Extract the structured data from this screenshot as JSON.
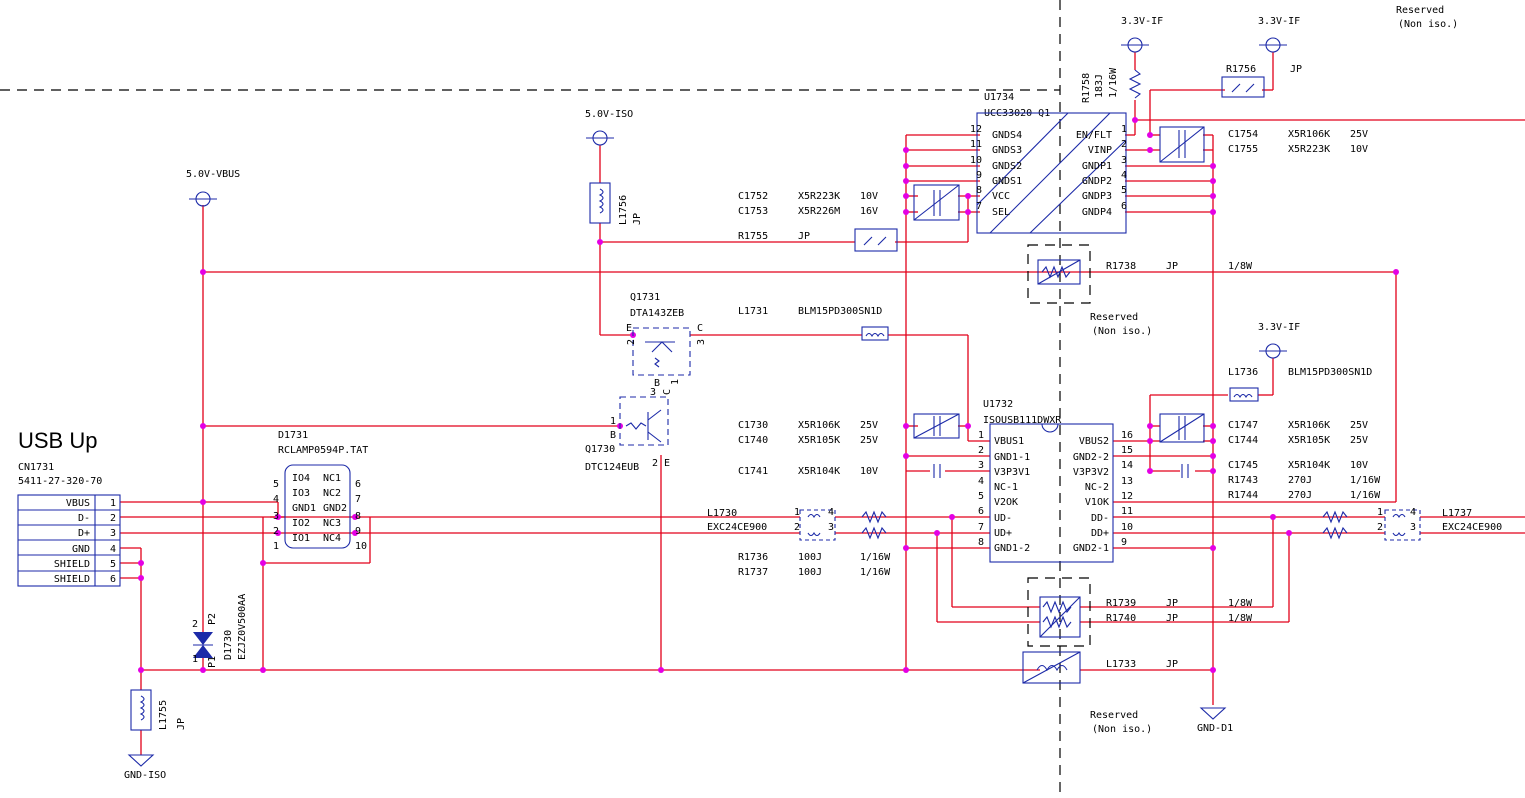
{
  "title": "USB Up",
  "connector": {
    "ref": "CN1731",
    "part": "5411-27-320-70",
    "pins": [
      {
        "name": "VBUS",
        "num": "1"
      },
      {
        "name": "D-",
        "num": "2"
      },
      {
        "name": "D+",
        "num": "3"
      },
      {
        "name": "GND",
        "num": "4"
      },
      {
        "name": "SHIELD",
        "num": "5"
      },
      {
        "name": "SHIELD",
        "num": "6"
      }
    ]
  },
  "nets": {
    "vbus": "5.0V-VBUS",
    "iso": "5.0V-ISO",
    "if1": "3.3V-IF",
    "if2": "3.3V-IF",
    "if3": "3.3V-IF",
    "gnd_iso": "GND-ISO",
    "gnd_d1": "GND-D1"
  },
  "notes": {
    "reserved": "Reserved",
    "non_iso": "(Non iso.)"
  },
  "u1734": {
    "ref": "U1734",
    "part": "UCC33020-Q1",
    "left_pins": [
      {
        "num": "12",
        "name": "GNDS4"
      },
      {
        "num": "11",
        "name": "GNDS3"
      },
      {
        "num": "10",
        "name": "GNDS2"
      },
      {
        "num": "9",
        "name": "GNDS1"
      },
      {
        "num": "8",
        "name": "VCC"
      },
      {
        "num": "7",
        "name": "SEL"
      }
    ],
    "right_pins": [
      {
        "num": "1",
        "name": "EN/FLT"
      },
      {
        "num": "2",
        "name": "VINP"
      },
      {
        "num": "3",
        "name": "GNDP1"
      },
      {
        "num": "4",
        "name": "GNDP2"
      },
      {
        "num": "5",
        "name": "GNDP3"
      },
      {
        "num": "6",
        "name": "GNDP4"
      }
    ]
  },
  "u1732": {
    "ref": "U1732",
    "part": "ISOUSB111DWXR",
    "left_pins": [
      {
        "num": "1",
        "name": "VBUS1"
      },
      {
        "num": "2",
        "name": "GND1-1"
      },
      {
        "num": "3",
        "name": "V3P3V1"
      },
      {
        "num": "4",
        "name": "NC-1"
      },
      {
        "num": "5",
        "name": "V2OK"
      },
      {
        "num": "6",
        "name": "UD-"
      },
      {
        "num": "7",
        "name": "UD+"
      },
      {
        "num": "8",
        "name": "GND1-2"
      }
    ],
    "right_pins": [
      {
        "num": "16",
        "name": "VBUS2"
      },
      {
        "num": "15",
        "name": "GND2-2"
      },
      {
        "num": "14",
        "name": "V3P3V2"
      },
      {
        "num": "13",
        "name": "NC-2"
      },
      {
        "num": "12",
        "name": "V1OK"
      },
      {
        "num": "11",
        "name": "DD-"
      },
      {
        "num": "10",
        "name": "DD+"
      },
      {
        "num": "9",
        "name": "GND2-1"
      }
    ]
  },
  "d1731": {
    "ref": "D1731",
    "part": "RCLAMP0594P.TAT",
    "left_pins": [
      {
        "num": "5",
        "name": "IO4"
      },
      {
        "num": "4",
        "name": "IO3"
      },
      {
        "num": "3",
        "name": "GND1"
      },
      {
        "num": "2",
        "name": "IO2"
      },
      {
        "num": "1",
        "name": "IO1"
      }
    ],
    "right_pins": [
      {
        "num": "6",
        "name": "NC1"
      },
      {
        "num": "7",
        "name": "NC2"
      },
      {
        "num": "8",
        "name": "GND2"
      },
      {
        "num": "9",
        "name": "NC3"
      },
      {
        "num": "10",
        "name": "NC4"
      }
    ]
  },
  "d1730": {
    "ref": "D1730",
    "part": "EZJZ0V500AA",
    "p1": "P1",
    "p2": "P2",
    "n1": "1",
    "n2": "2"
  },
  "q1731": {
    "ref": "Q1731",
    "part": "DTA143ZEB",
    "e": "E",
    "c": "C",
    "b": "B",
    "n2": "2",
    "n3": "3",
    "n1": "1"
  },
  "q1730": {
    "ref": "Q1730",
    "part": "DTC124EUB",
    "b": "B",
    "e": "E",
    "c": "C",
    "n1": "1",
    "n2": "2",
    "n3": "3"
  },
  "components": [
    {
      "ref": "C1752",
      "value": "X5R223K",
      "rating": "10V"
    },
    {
      "ref": "C1753",
      "value": "X5R226M",
      "rating": "16V"
    },
    {
      "ref": "R1755",
      "value": "JP",
      "rating": ""
    },
    {
      "ref": "R1738",
      "value": "JP",
      "rating": "1/8W"
    },
    {
      "ref": "L1731",
      "value": "BLM15PD300SN1D",
      "rating": ""
    },
    {
      "ref": "C1730",
      "value": "X5R106K",
      "rating": "25V"
    },
    {
      "ref": "C1740",
      "value": "X5R105K",
      "rating": "25V"
    },
    {
      "ref": "C1741",
      "value": "X5R104K",
      "rating": "10V"
    },
    {
      "ref": "R1736",
      "value": "100J",
      "rating": "1/16W"
    },
    {
      "ref": "R1737",
      "value": "100J",
      "rating": "1/16W"
    },
    {
      "ref": "C1754",
      "value": "X5R106K",
      "rating": "25V"
    },
    {
      "ref": "C1755",
      "value": "X5R223K",
      "rating": "10V"
    },
    {
      "ref": "C1747",
      "value": "X5R106K",
      "rating": "25V"
    },
    {
      "ref": "C1744",
      "value": "X5R105K",
      "rating": "25V"
    },
    {
      "ref": "C1745",
      "value": "X5R104K",
      "rating": "10V"
    },
    {
      "ref": "R1743",
      "value": "270J",
      "rating": "1/16W"
    },
    {
      "ref": "R1744",
      "value": "270J",
      "rating": "1/16W"
    },
    {
      "ref": "R1739",
      "value": "JP",
      "rating": "1/8W"
    },
    {
      "ref": "R1740",
      "value": "JP",
      "rating": "1/8W"
    },
    {
      "ref": "L1733",
      "value": "JP",
      "rating": ""
    }
  ],
  "l1730": {
    "ref": "L1730",
    "part": "EXC24CE900",
    "n1": "1",
    "n2": "2",
    "n3": "3",
    "n4": "4"
  },
  "l1737": {
    "ref": "L1737",
    "part": "EXC24CE900",
    "n1": "1",
    "n2": "2",
    "n3": "3",
    "n4": "4"
  },
  "l1736": {
    "ref": "L1736",
    "part": "BLM15PD300SN1D"
  },
  "r1756": {
    "ref": "R1756",
    "value": "JP"
  },
  "r1758": {
    "ref": "R1758",
    "value": "183J",
    "rating": "1/16W"
  },
  "l1756": {
    "ref": "L1756",
    "value": "JP"
  },
  "l1755": {
    "ref": "L1755",
    "value": "JP"
  }
}
